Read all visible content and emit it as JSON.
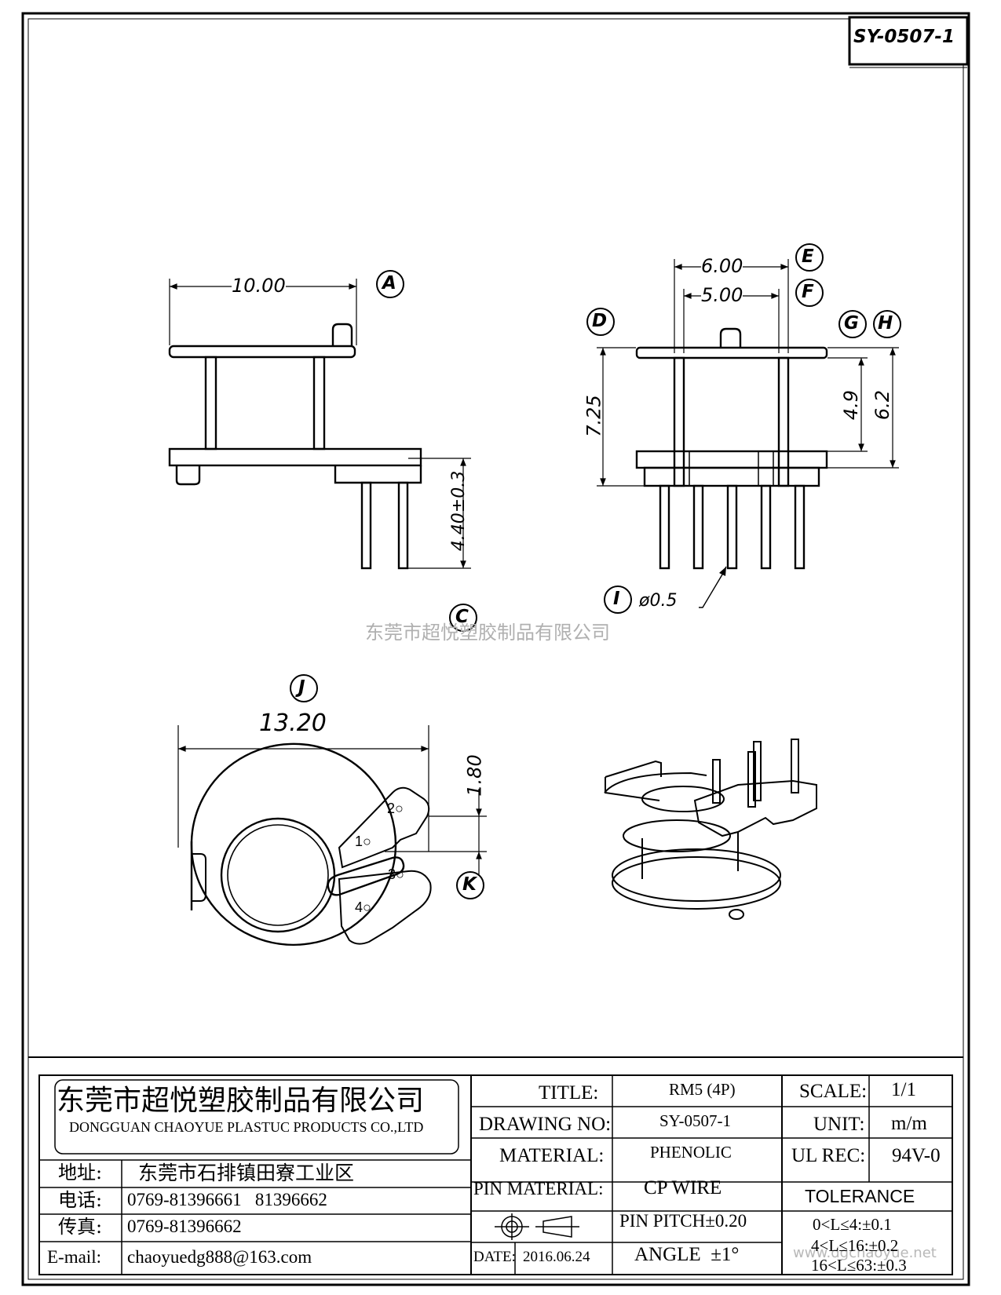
{
  "drawing_id": "SY-0507-1",
  "callouts": [
    "A",
    "C",
    "D",
    "E",
    "F",
    "G",
    "H",
    "I",
    "J",
    "K"
  ],
  "dimensions": {
    "width_a": "10.00",
    "pin_length": "4.40±0.3",
    "width_e": "6.00",
    "width_f": "5.00",
    "height_d": "7.25",
    "height_g": "4.9",
    "height_h": "6.2",
    "pin_dia": "ø0.5",
    "overall_j": "13.20",
    "pin_pitch_k": "1.80"
  },
  "pins": [
    "2○",
    "1○",
    "3○",
    "4○"
  ],
  "watermark": "东莞市超悦塑胶制品有限公司",
  "watermark_corner": "www.dgchaoyue.net",
  "company": {
    "name_cn": "东莞市超悦塑胶制品有限公司",
    "name_en": "DONGGUAN CHAOYUE PLASTUC PRODUCTS CO.,LTD",
    "address_label": "地址:",
    "address": "东莞市石排镇田寮工业区",
    "phone_label": "电话:",
    "phone": "0769-81396661   81396662",
    "fax_label": "传真:",
    "fax": "0769-81396662",
    "email_label": "E-mail:",
    "email": "chaoyuedg888@163.com"
  },
  "titleblock": {
    "title_label": "TITLE:",
    "title": "RM5 (4P)",
    "drawing_no_label": "DRAWING NO:",
    "drawing_no": "SY-0507-1",
    "material_label": "MATERIAL:",
    "material": "PHENOLIC",
    "pin_material_label": "PIN MATERIAL:",
    "pin_material": "CP WIRE",
    "pin_pitch": "PIN PITCH±0.20",
    "date_label": "DATE:",
    "date": "2016.06.24",
    "angle": "ANGLE  ±1°",
    "scale_label": "SCALE:",
    "scale": "1/1",
    "unit_label": "UNIT:",
    "unit": "m/m",
    "ul_label": "UL REC:",
    "ul": "94V-0",
    "tolerance_label": "TOLERANCE",
    "tol_1": "0<L≤4:±0.1",
    "tol_2": "4<L≤16:±0.2",
    "tol_3": "16<L≤63:±0.3"
  }
}
